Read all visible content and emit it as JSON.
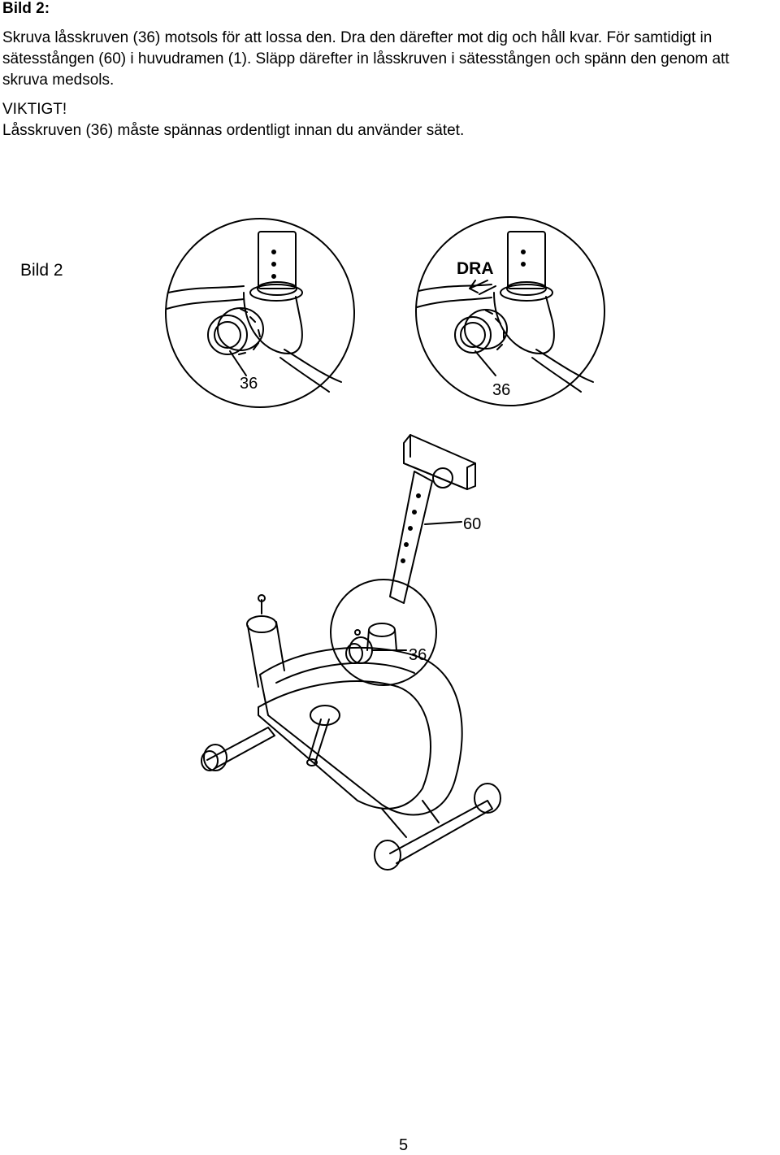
{
  "heading": "Bild 2:",
  "paragraph": "Skruva låsskruven (36) motsols för att lossa den. Dra den därefter mot dig och håll kvar. För samtidigt in sätesstången (60) i huvudramen (1). Släpp därefter in låsskruven i sätesstången och spänn den genom att skruva medsols.",
  "important_label": "VIKTIGT!",
  "important_text": "Låsskruven (36) måste spännas ordentligt innan du använder sätet.",
  "figure": {
    "label": "Bild 2",
    "callouts": {
      "knob_left": "36",
      "knob_right": "36",
      "pull": "DRA",
      "seat_post": "60",
      "knob_main": "36"
    }
  },
  "page_number": "5"
}
